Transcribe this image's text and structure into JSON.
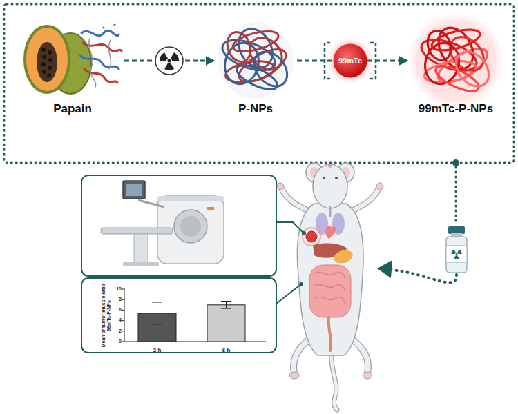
{
  "diagram": {
    "nodes": [
      {
        "text": [
          "Papain"
        ]
      },
      {
        "text": [
          "P-NPs"
        ]
      },
      {
        "text": [
          "99mTc"
        ]
      },
      {
        "text": [
          "99mTc-P-NPs"
        ]
      }
    ],
    "edges": [
      {
        "from": 0,
        "to": 1,
        "arrow": "to"
      },
      {
        "from": 1,
        "to": 2,
        "arrow": "none"
      },
      {
        "from": 2,
        "to": 3,
        "arrow": "to"
      }
    ],
    "labels": [
      "10",
      "8",
      "6",
      "4",
      "2",
      "0",
      "Mean of tumor-muscle ratio 99mTc-P-NPs",
      "2 h",
      "6 h"
    ]
  }
}
